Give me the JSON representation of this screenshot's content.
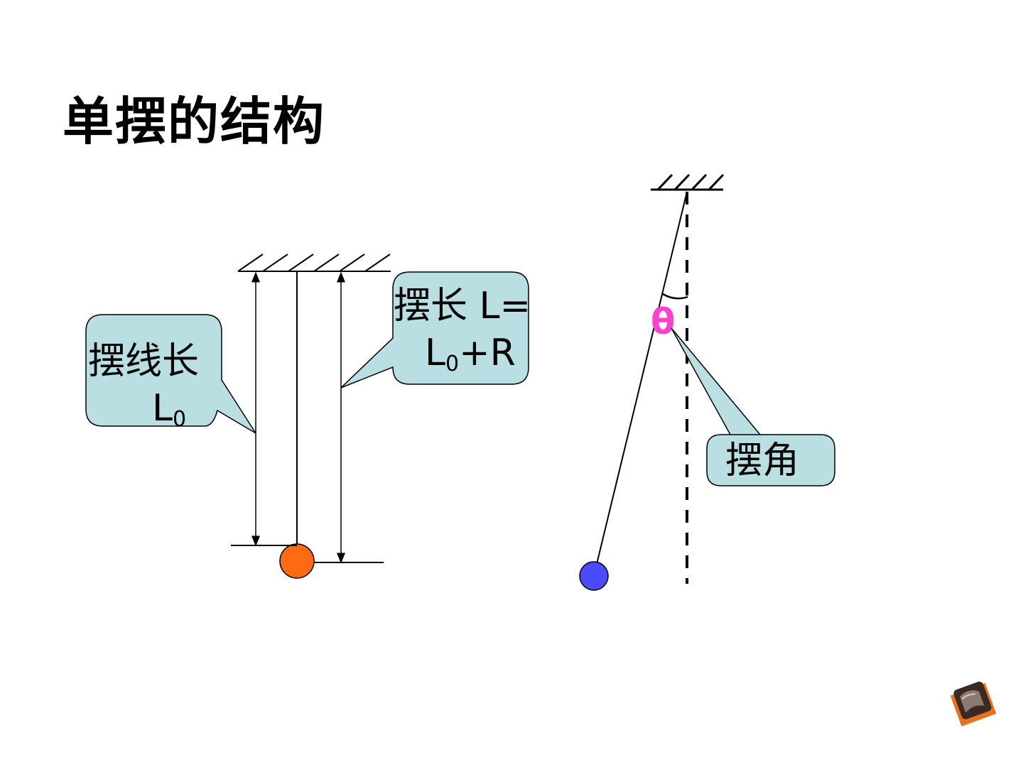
{
  "title": "单摆的结构",
  "left_figure": {
    "callout_string_length": {
      "line1": "摆线长",
      "symbol": "L",
      "subscript": "0"
    },
    "callout_pendulum_length": {
      "line1": "摆长 L=",
      "symbol": "L",
      "subscript": "0",
      "suffix": "+R"
    },
    "bob_color": "#ff6a13"
  },
  "right_figure": {
    "angle_symbol": "θ",
    "angle_color": "#ff3fcf",
    "callout_angle": {
      "label": "摆角"
    },
    "bob_color": "#4a4aff"
  },
  "colors": {
    "callout_fill": "#b9dfe2",
    "line": "#000000"
  },
  "corner_icon": "speaker-icon"
}
